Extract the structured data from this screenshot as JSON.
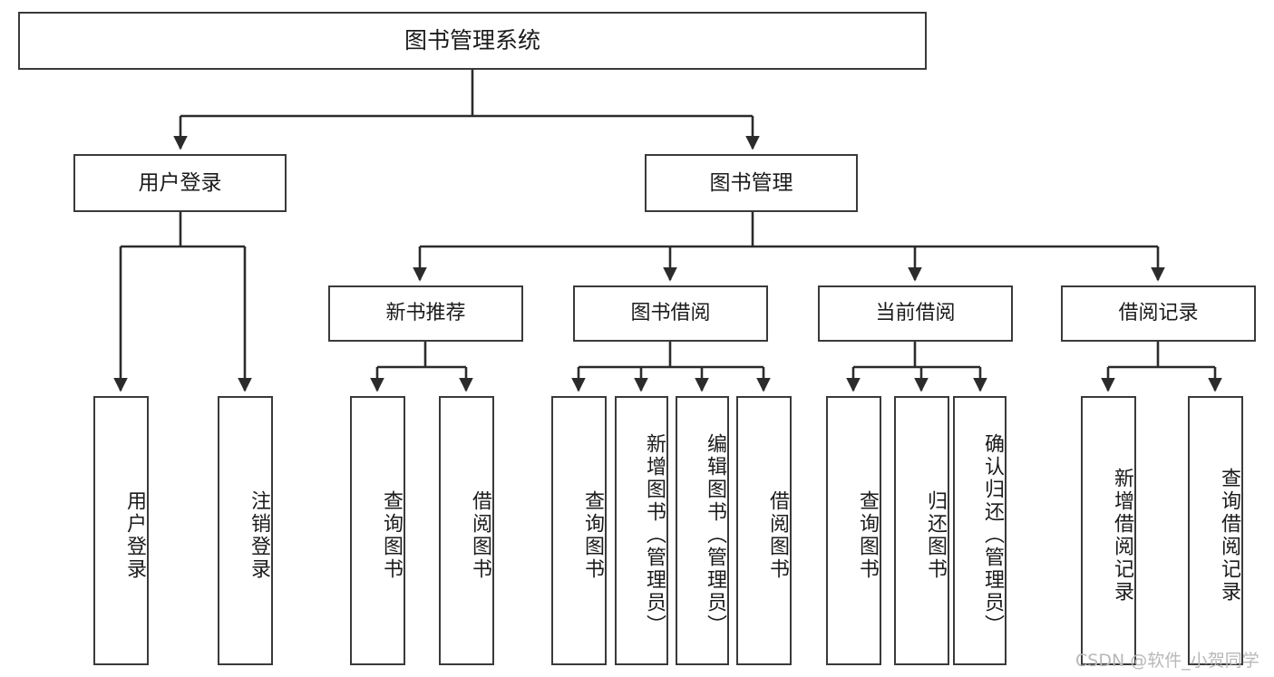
{
  "diagram": {
    "title": "图书管理系统",
    "type": "hierarchy-tree",
    "root": {
      "id": "root",
      "label": "图书管理系统"
    },
    "level1": [
      {
        "id": "user-login",
        "label": "用户登录"
      },
      {
        "id": "book-management",
        "label": "图书管理"
      }
    ],
    "level2": [
      {
        "id": "new-book-recommend",
        "label": "新书推荐",
        "parent": "book-management"
      },
      {
        "id": "book-borrow",
        "label": "图书借阅",
        "parent": "book-management"
      },
      {
        "id": "current-borrow",
        "label": "当前借阅",
        "parent": "book-management"
      },
      {
        "id": "borrow-record",
        "label": "借阅记录",
        "parent": "book-management"
      }
    ],
    "leaves": [
      {
        "id": "leaf-user-login",
        "label": "用户登录",
        "parent": "user-login"
      },
      {
        "id": "leaf-logout-login",
        "label": "注销登录",
        "parent": "user-login"
      },
      {
        "id": "leaf-query-book-1",
        "label": "查询图书",
        "parent": "new-book-recommend"
      },
      {
        "id": "leaf-borrow-book-1",
        "label": "借阅图书",
        "parent": "new-book-recommend"
      },
      {
        "id": "leaf-query-book-2",
        "label": "查询图书",
        "parent": "book-borrow"
      },
      {
        "id": "leaf-add-book",
        "label": "新增图书（管理员）",
        "parent": "book-borrow"
      },
      {
        "id": "leaf-edit-book",
        "label": "编辑图书（管理员）",
        "parent": "book-borrow"
      },
      {
        "id": "leaf-borrow-book-2",
        "label": "借阅图书",
        "parent": "book-borrow"
      },
      {
        "id": "leaf-query-book-3",
        "label": "查询图书",
        "parent": "current-borrow"
      },
      {
        "id": "leaf-return-book",
        "label": "归还图书",
        "parent": "current-borrow"
      },
      {
        "id": "leaf-confirm-return",
        "label": "确认归还（管理员）",
        "parent": "current-borrow"
      },
      {
        "id": "leaf-add-record",
        "label": "新增借阅记录",
        "parent": "borrow-record"
      },
      {
        "id": "leaf-query-record",
        "label": "查询借阅记录",
        "parent": "borrow-record"
      }
    ]
  },
  "watermark": {
    "text": "CSDN @软件_小贺同学"
  },
  "colors": {
    "box_border": "#3a3a3a",
    "box_fill": "#ffffff",
    "text": "#1b1b1b",
    "connector": "#2b2b2b",
    "watermark": "#b8b8b8",
    "background": "#ffffff"
  }
}
